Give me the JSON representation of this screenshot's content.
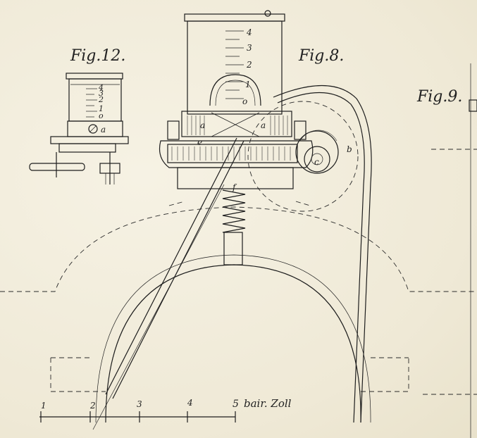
{
  "figures": {
    "fig12": "Fig.12.",
    "fig8": "Fig.8.",
    "fig9": "Fig.9."
  },
  "labels": {
    "a_left": "a",
    "a_right": "a",
    "e": "e",
    "c": "c",
    "b": "b",
    "f": "f",
    "a_fig12": "a"
  },
  "cylinder_scale_fig8": [
    "4",
    "3",
    "2",
    "1",
    "o"
  ],
  "cylinder_scale_fig12": [
    "4",
    "3",
    "2",
    "1",
    "o"
  ],
  "scale_bar": {
    "ticks": [
      "1",
      "2",
      "3",
      "4",
      "5"
    ],
    "unit": "bair. Zoll"
  },
  "colors": {
    "paper": "#f3efdf",
    "ink": "#1d1d1d"
  }
}
